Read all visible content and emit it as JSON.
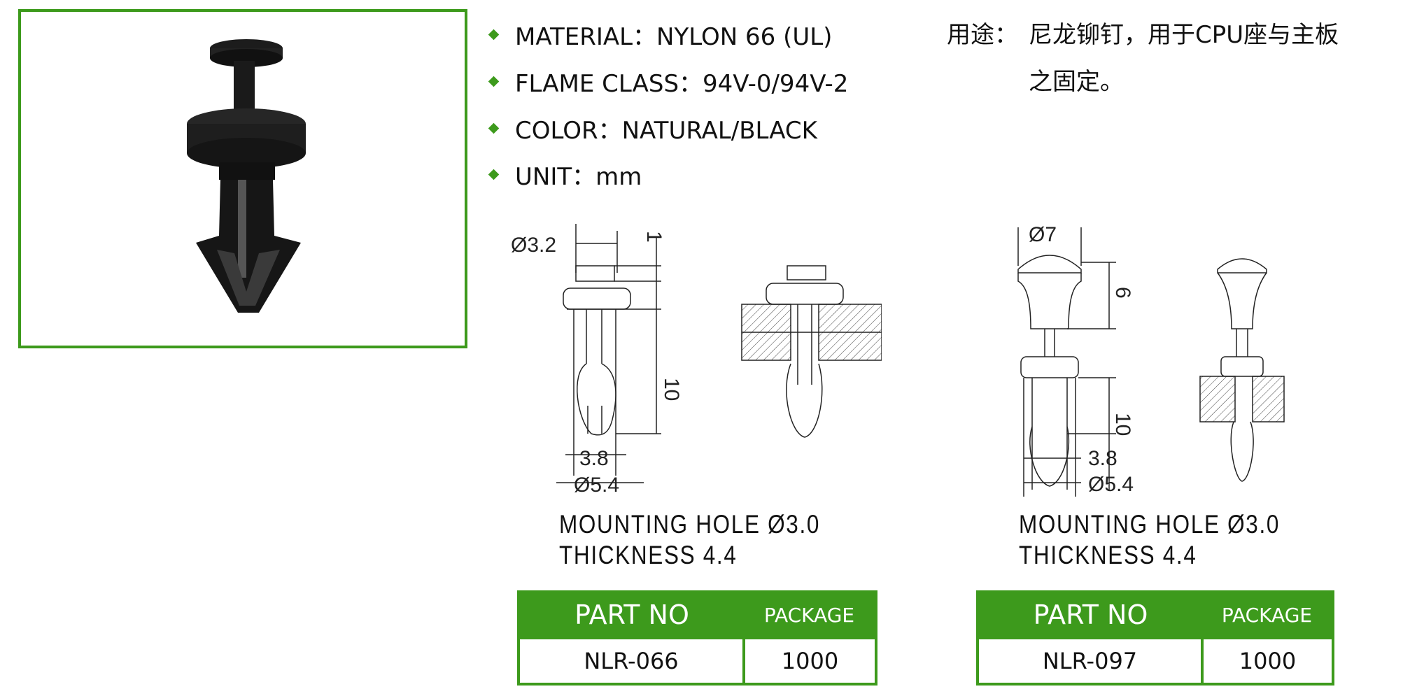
{
  "specs": [
    {
      "label": "MATERIAL：NYLON 66 (UL)"
    },
    {
      "label": "FLAME CLASS：94V-0/94V-2"
    },
    {
      "label": "COLOR：NATURAL/BLACK"
    },
    {
      "label": "UNIT：mm"
    }
  ],
  "usage": {
    "label": "用途：",
    "line1": "尼龙铆钉，用于CPU座与主板",
    "line2": "之固定。"
  },
  "colors": {
    "accent": "#3d9a1c"
  },
  "products": [
    {
      "dims": {
        "head": "Ø3.2",
        "head_h": "1",
        "length": "10",
        "width": "3.8",
        "dia": "Ø5.4"
      },
      "note1": "MOUNTING HOLE Ø3.0",
      "note2": "THICKNESS 4.4",
      "table": {
        "col1": "PART NO",
        "col2": "PACKAGE",
        "part": "NLR-066",
        "package": "1000"
      }
    },
    {
      "dims": {
        "head": "Ø7",
        "head_h": "6",
        "length": "10",
        "width": "3.8",
        "dia": "Ø5.4"
      },
      "note1": "MOUNTING HOLE Ø3.0",
      "note2": "THICKNESS 4.4",
      "table": {
        "col1": "PART NO",
        "col2": "PACKAGE",
        "part": "NLR-097",
        "package": "1000"
      }
    }
  ]
}
